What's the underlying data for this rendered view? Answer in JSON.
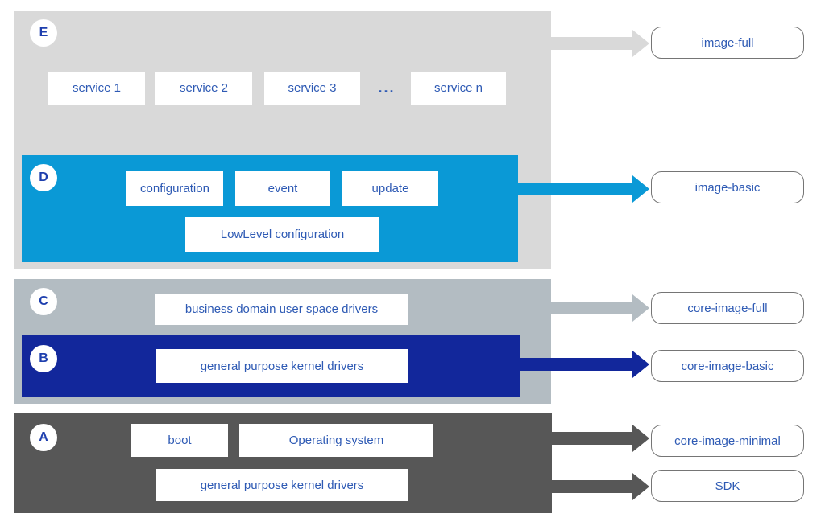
{
  "colors": {
    "layer-e": "#d9d9d9",
    "layer-d": "#0a99d6",
    "layer-c": "#b3bcc2",
    "layer-b": "#12279b",
    "layer-a": "#575757",
    "text-blue": "#2e5ab4",
    "letter-blue": "#1e3fae",
    "pill-border": "#757575"
  },
  "layers": {
    "e": {
      "letter": "E",
      "services": [
        "service 1",
        "service 2",
        "service 3",
        "service n"
      ],
      "ellipsis": "..."
    },
    "d": {
      "letter": "D",
      "boxes": [
        "configuration",
        "event",
        "update"
      ],
      "wide_box": "LowLevel configuration"
    },
    "c": {
      "letter": "C",
      "box": "business domain user space drivers"
    },
    "b": {
      "letter": "B",
      "box": "general purpose kernel drivers"
    },
    "a": {
      "letter": "A",
      "boxes": [
        "boot",
        "Operating system"
      ],
      "wide_box": "general purpose kernel drivers"
    }
  },
  "outputs": {
    "image_full": "image-full",
    "image_basic": "image-basic",
    "core_image_full": "core-image-full",
    "core_image_basic": "core-image-basic",
    "core_image_minimal": "core-image-minimal",
    "sdk": "SDK"
  }
}
